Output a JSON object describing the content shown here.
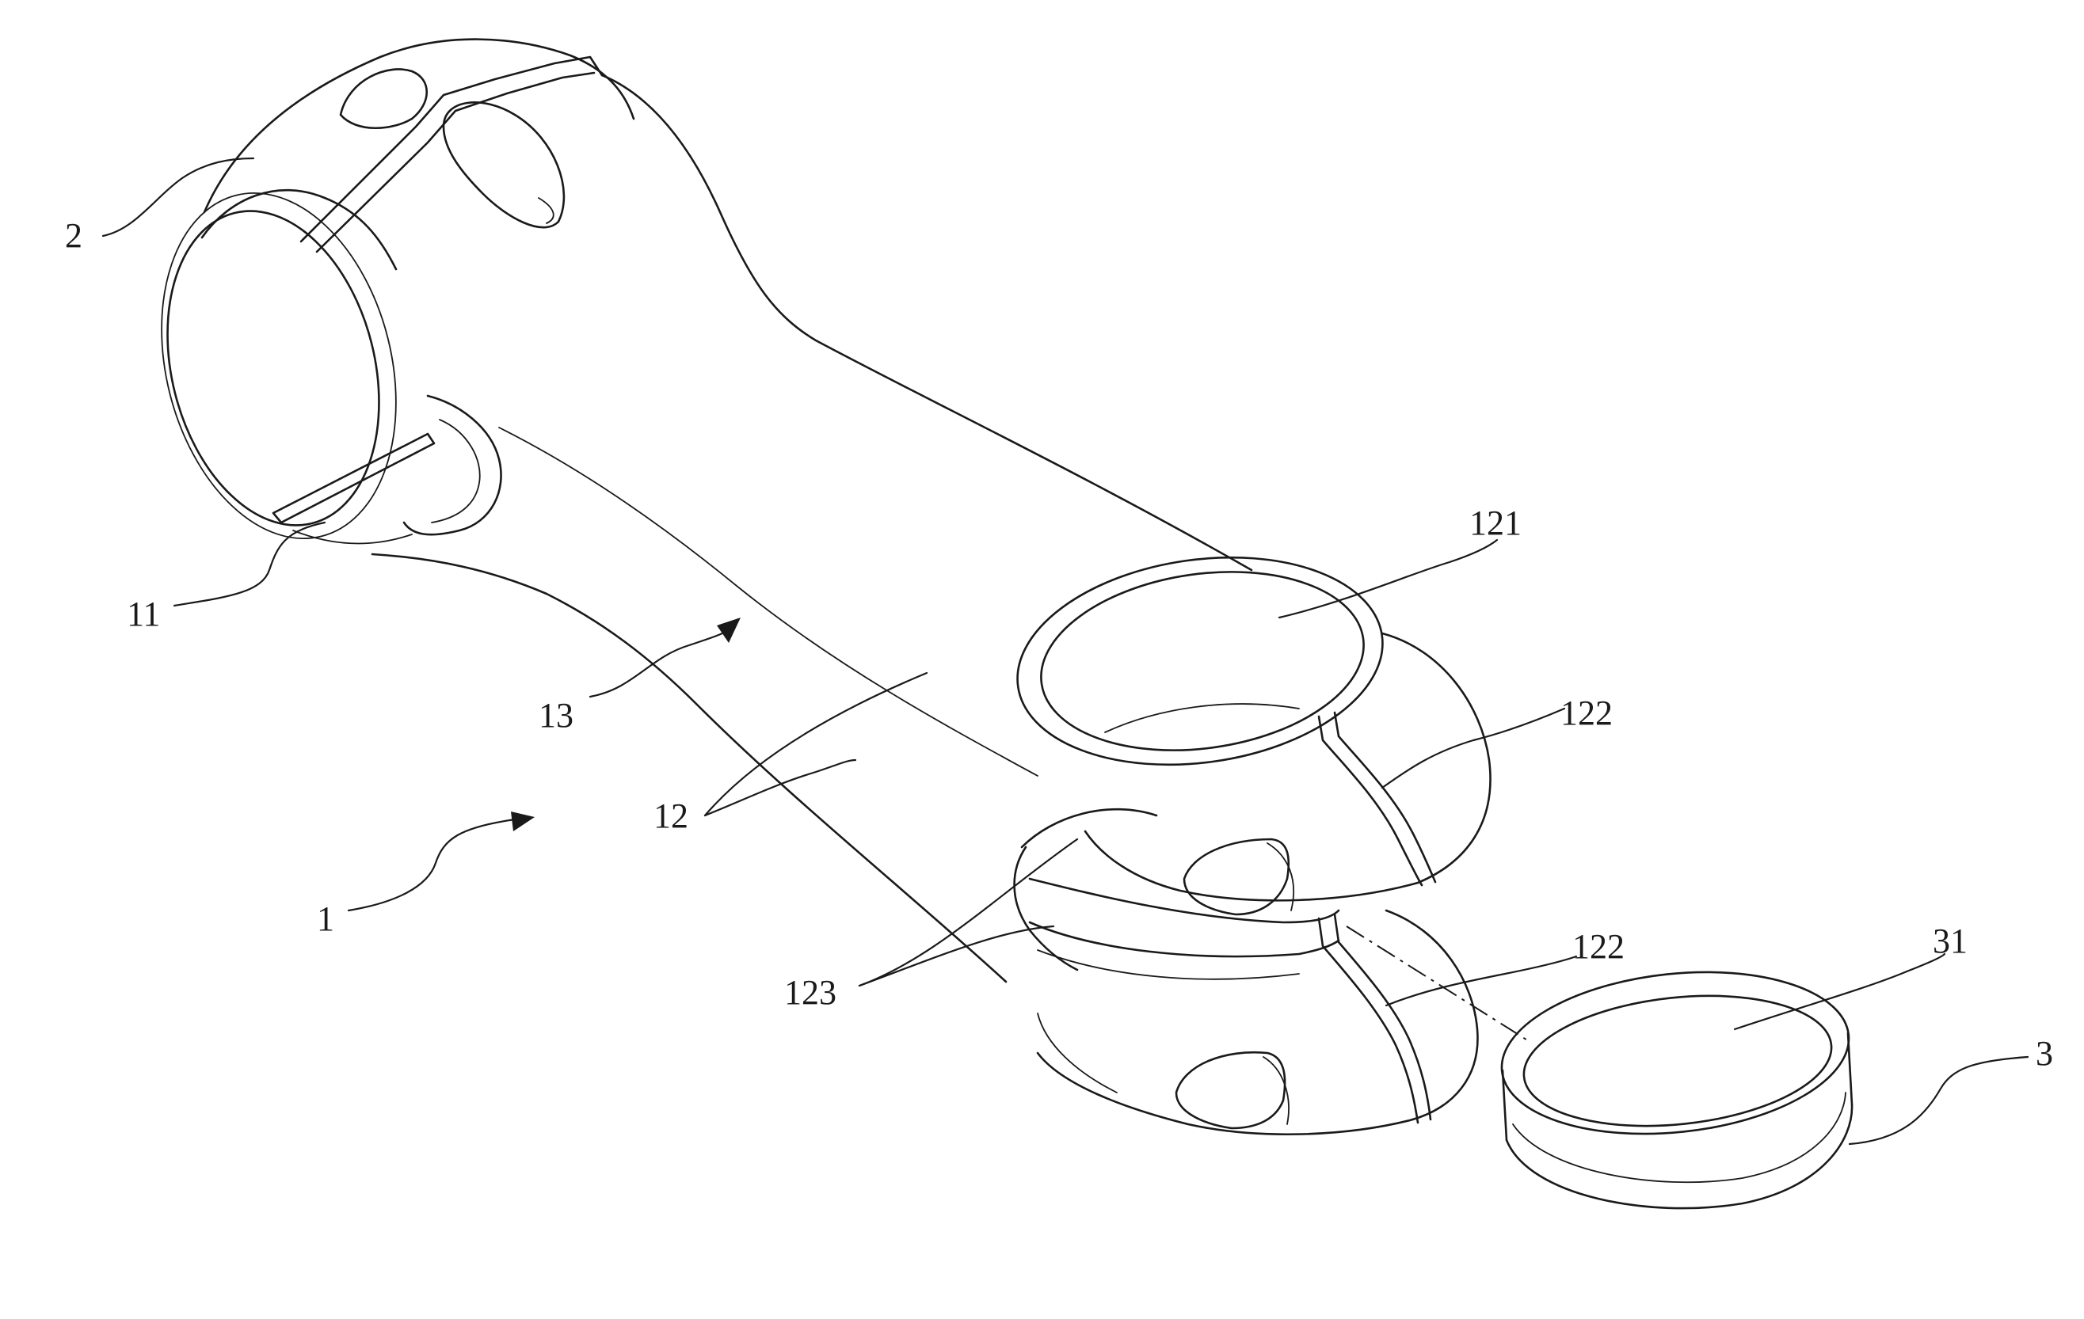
{
  "labels": {
    "part_1": "1",
    "part_2": "2",
    "part_3": "3",
    "part_11": "11",
    "part_12": "12",
    "part_13": "13",
    "part_31": "31",
    "part_121": "121",
    "part_122_upper": "122",
    "part_122_lower": "122",
    "part_123": "123"
  },
  "colors": {
    "line": "#1a1a1a",
    "background": "#ffffff"
  }
}
